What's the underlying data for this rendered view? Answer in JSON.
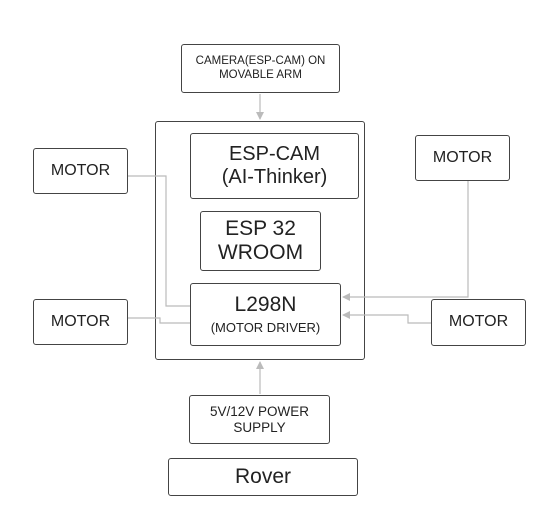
{
  "diagram": {
    "camera": {
      "line1": "CAMERA(ESP-CAM) ON",
      "line2": "MOVABLE ARM"
    },
    "espcam": {
      "line1": "ESP-CAM",
      "line2": "(AI-Thinker)"
    },
    "esp32": {
      "line1": "ESP 32",
      "line2": "WROOM"
    },
    "driver": {
      "line1": "L298N",
      "line2": "(MOTOR DRIVER)"
    },
    "motors": {
      "top_left": "MOTOR",
      "top_right": "MOTOR",
      "bottom_left": "MOTOR",
      "bottom_right": "MOTOR"
    },
    "power": {
      "line1": "5V/12V POWER",
      "line2": "SUPPLY"
    },
    "rover": "Rover",
    "colors": {
      "box_border": "#444444",
      "wire": "#bbbbbb",
      "text": "#222222"
    }
  }
}
